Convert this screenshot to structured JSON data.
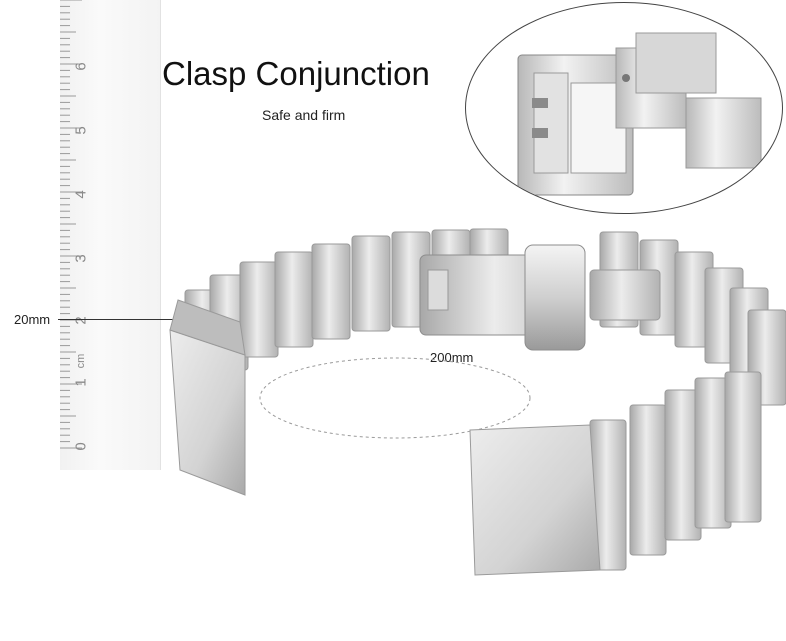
{
  "heading": {
    "title": "Clasp Conjunction",
    "subtitle": "Safe and firm"
  },
  "ruler": {
    "numbers": [
      "0",
      "1",
      "2",
      "3",
      "4",
      "5",
      "6"
    ],
    "unit": "cm"
  },
  "measurements": {
    "width": "20mm",
    "length": "200mm"
  },
  "colors": {
    "metal_light": "#e9e9e9",
    "metal_mid": "#c4c4c4",
    "metal_dark": "#8e8e8e",
    "text": "#111111"
  }
}
